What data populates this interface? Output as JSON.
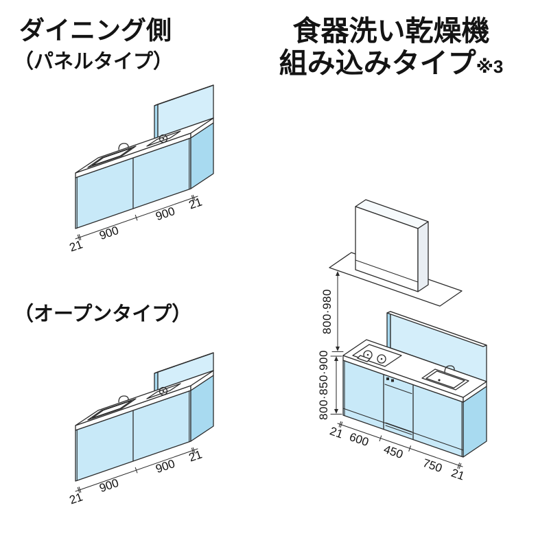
{
  "titles": {
    "dining_side": "ダイニング側",
    "panel_type": "（パネルタイプ）",
    "dishwasher_line1": "食器洗い乾燥機",
    "dishwasher_line2": "組み込みタイプ",
    "dishwasher_note": "※3",
    "open_type": "（オープンタイプ）"
  },
  "panel_type_diagram": {
    "dim_left_end": "21",
    "dim_seg1": "900",
    "dim_seg2": "900",
    "dim_right_end": "21"
  },
  "open_type_diagram": {
    "dim_left_end": "21",
    "dim_seg1": "900",
    "dim_seg2": "900",
    "dim_right_end": "21"
  },
  "dishwasher_diagram": {
    "hood_height": "800·980",
    "counter_height": "800·850·900",
    "dim_left_end": "21",
    "dim_seg1": "600",
    "dim_seg2": "450",
    "dim_seg3": "750",
    "dim_right_end": "21"
  },
  "colors": {
    "cabinet_front": "#c8e9f8",
    "cabinet_side": "#a8daf0",
    "panel_front": "#d4eefa",
    "line": "#2b2b2b"
  }
}
